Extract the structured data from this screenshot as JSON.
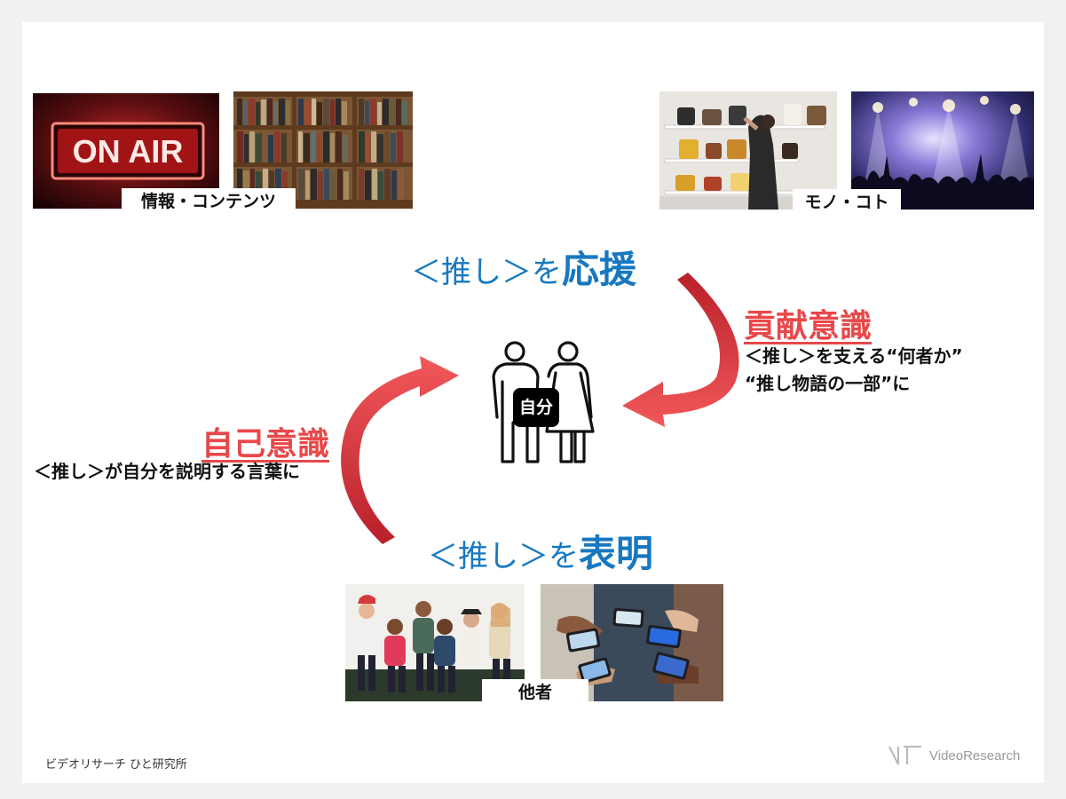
{
  "top_left": {
    "caption": "情報・コンテンツ",
    "sign_text": "ON AIR"
  },
  "top_right": {
    "caption": "モノ・コト"
  },
  "bottom": {
    "caption": "他者"
  },
  "support": {
    "prefix": "＜推し＞を",
    "emphasis": "応援"
  },
  "express": {
    "prefix": "＜推し＞を",
    "emphasis": "表明"
  },
  "contribution": {
    "title": "貢献意識",
    "line1": "＜推し＞を支える“何者か”",
    "line2": "“推し物語の一部”に"
  },
  "self_awareness": {
    "title": "自己意識",
    "line1": "＜推し＞が自分を説明する言葉に"
  },
  "center": {
    "label": "自分"
  },
  "footer": {
    "left": "ビデオリサーチ ひと研究所",
    "brand": "VideoResearch"
  },
  "colors": {
    "accent_red": "#e8484a",
    "accent_blue": "#1778c0",
    "arrow_red": "#e0383a"
  }
}
